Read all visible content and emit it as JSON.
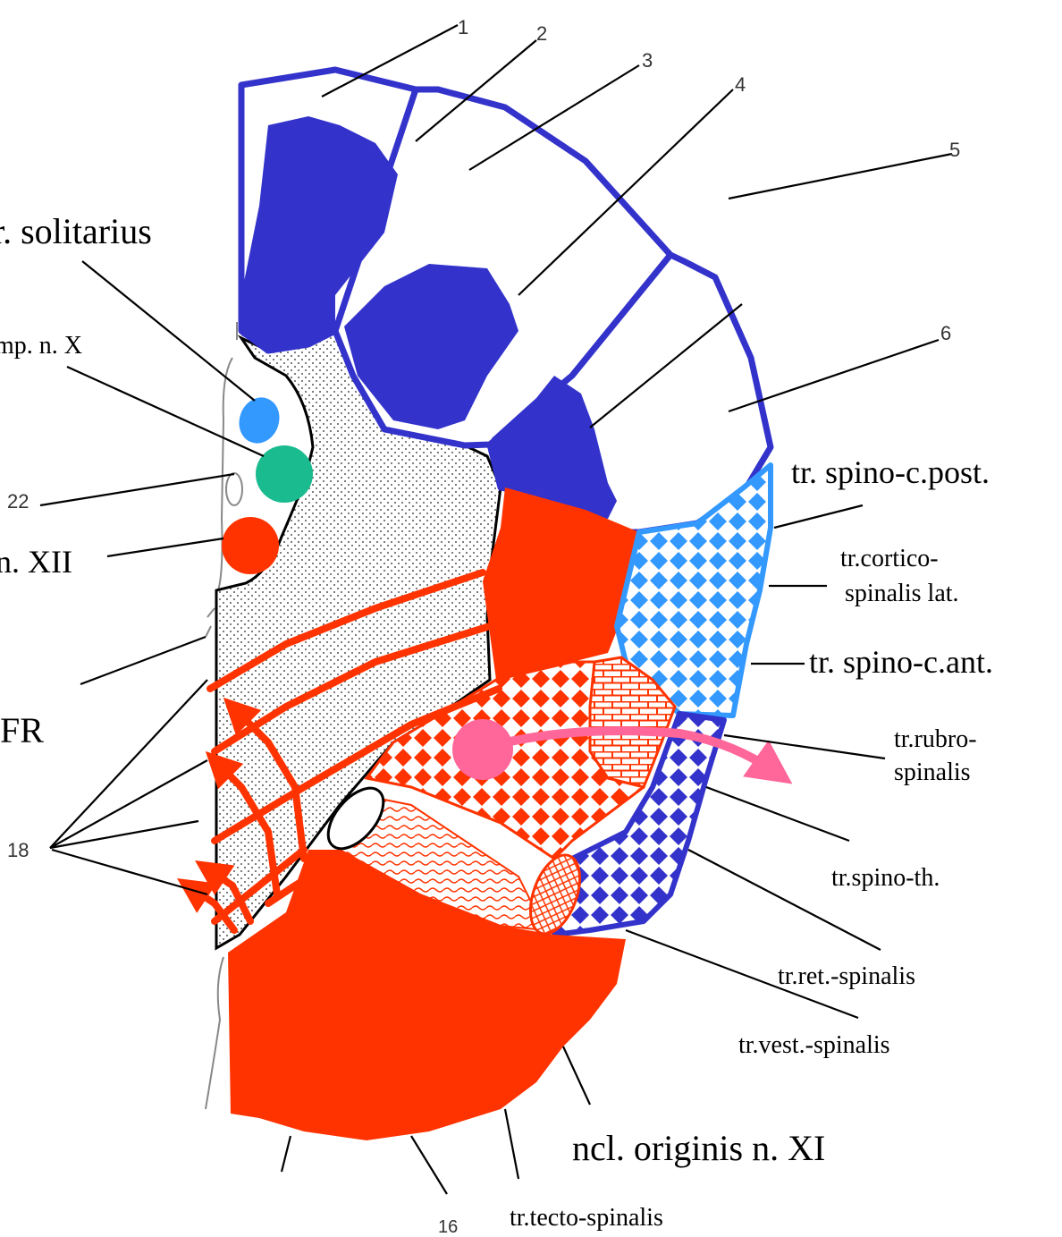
{
  "labels": {
    "num_1": "1",
    "num_2": "2",
    "num_3": "3",
    "num_4": "4",
    "num_5": "5",
    "num_6": "6",
    "num_16": "16",
    "num_18": "18",
    "num_22": "22",
    "tr_solitarius": "r. solitarius",
    "mp_n_x": "mp. n. X",
    "n_xii": "n. XII",
    "fr": "FR",
    "tr_spino_c_post": "tr. spino-c.post.",
    "tr_cortico_1": "tr.cortico-",
    "tr_cortico_2": "spinalis lat.",
    "tr_spino_c_ant": "tr. spino-c.ant.",
    "tr_rubro_1": "tr.rubro-",
    "tr_rubro_2": "spinalis",
    "tr_spino_th": "tr.spino-th.",
    "tr_ret_spinalis": "tr.ret.-spinalis",
    "tr_vest_spinalis": "tr.vest.-spinalis",
    "ncl_originis": "ncl. originis n. XI",
    "tr_tecto_spinalis": "tr.tecto-spinalis"
  },
  "colors": {
    "dark_blue": "#3333cc",
    "red": "#ff3300",
    "light_blue": "#3399ff",
    "teal": "#1abc8f",
    "pink": "#ff6699"
  }
}
